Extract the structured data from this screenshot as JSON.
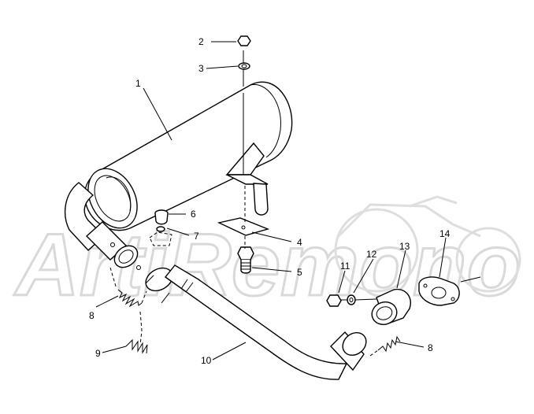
{
  "diagram": {
    "callouts": [
      {
        "id": "c1",
        "text": "1"
      },
      {
        "id": "c2",
        "text": "2"
      },
      {
        "id": "c3",
        "text": "3"
      },
      {
        "id": "c4",
        "text": "4"
      },
      {
        "id": "c5",
        "text": "5"
      },
      {
        "id": "c6",
        "text": "6"
      },
      {
        "id": "c7",
        "text": "7"
      },
      {
        "id": "c8a",
        "text": "8"
      },
      {
        "id": "c8b",
        "text": "8"
      },
      {
        "id": "c9",
        "text": "9"
      },
      {
        "id": "c10",
        "text": "10"
      },
      {
        "id": "c11",
        "text": "11"
      },
      {
        "id": "c12",
        "text": "12"
      },
      {
        "id": "c13",
        "text": "13"
      },
      {
        "id": "c14",
        "text": "14"
      }
    ],
    "watermark": "ArtiRemono"
  }
}
